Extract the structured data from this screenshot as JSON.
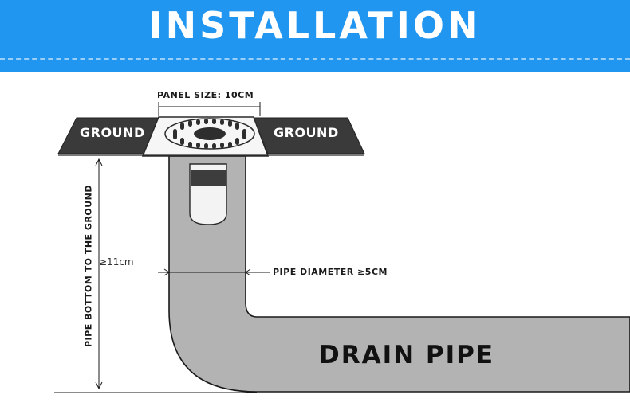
{
  "header": {
    "title": "INSTALLATION",
    "background_color": "#2196f0"
  },
  "diagram": {
    "panel_size_label": "PANEL SIZE: 10CM",
    "ground_left_label": "GROUND",
    "ground_right_label": "GROUND",
    "vertical_label": "PIPE BOTTOM TO THE GROUND",
    "distance_label": "≥11cm",
    "pipe_diameter_label": "PIPE DIAMETER ≥5CM",
    "drain_pipe_label": "DRAIN PIPE",
    "pipe_color": "#b3b3b3",
    "ground_color": "#3a3a3a"
  }
}
